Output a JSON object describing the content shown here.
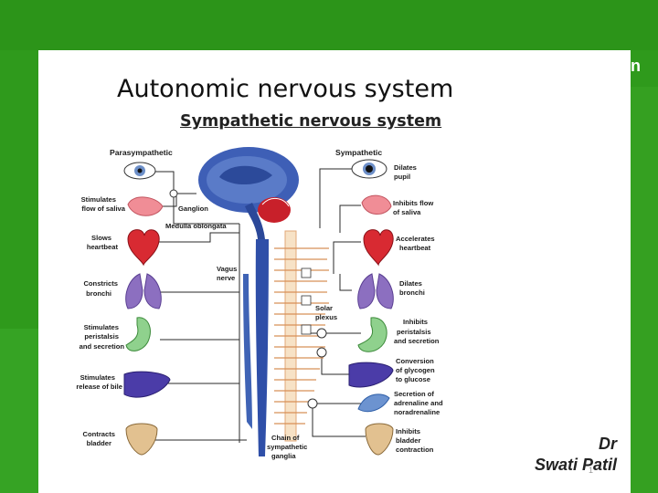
{
  "slide": {
    "title": "Autonomic nervous system",
    "subtitle": "Sympathetic  nervous system",
    "author_line1": "Dr",
    "author_line2": "Swati Patil",
    "page_mark": "1",
    "corner_mark": "n",
    "background_color": "#2f9a1c"
  },
  "diagram": {
    "headers": {
      "parasympathetic": "Parasympathetic",
      "sympathetic": "Sympathetic"
    },
    "parasympathetic_labels": [
      {
        "line1": "Stimulates",
        "line2": "flow of saliva"
      },
      {
        "line1": "Slows",
        "line2": "heartbeat"
      },
      {
        "line1": "Constricts",
        "line2": "bronchi"
      },
      {
        "line1": "Stimulates",
        "line2": "peristalsis",
        "line3": "and secretion"
      },
      {
        "line1": "Stimulates",
        "line2": "release of bile"
      },
      {
        "line1": "Contracts",
        "line2": "bladder"
      }
    ],
    "sympathetic_labels": [
      {
        "line1": "Dilates",
        "line2": "pupil"
      },
      {
        "line1": "Inhibits flow",
        "line2": "of saliva"
      },
      {
        "line1": "Accelerates",
        "line2": "heartbeat"
      },
      {
        "line1": "Dilates",
        "line2": "bronchi"
      },
      {
        "line1": "Inhibits",
        "line2": "peristalsis",
        "line3": "and secretion"
      },
      {
        "line1": "Conversion",
        "line2": "of glycogen",
        "line3": "to glucose"
      },
      {
        "line1": "Secretion of",
        "line2": "adrenaline and",
        "line3": "noradrenaline"
      },
      {
        "line1": "Inhibits",
        "line2": "bladder",
        "line3": "contraction"
      }
    ],
    "center_labels": {
      "ganglion": "Ganglion",
      "medulla": "Medulla oblongata",
      "vagus1": "Vagus",
      "vagus2": "nerve",
      "solar1": "Solar",
      "solar2": "plexus",
      "chain1": "Chain of",
      "chain2": "sympathetic",
      "chain3": "ganglia"
    }
  }
}
